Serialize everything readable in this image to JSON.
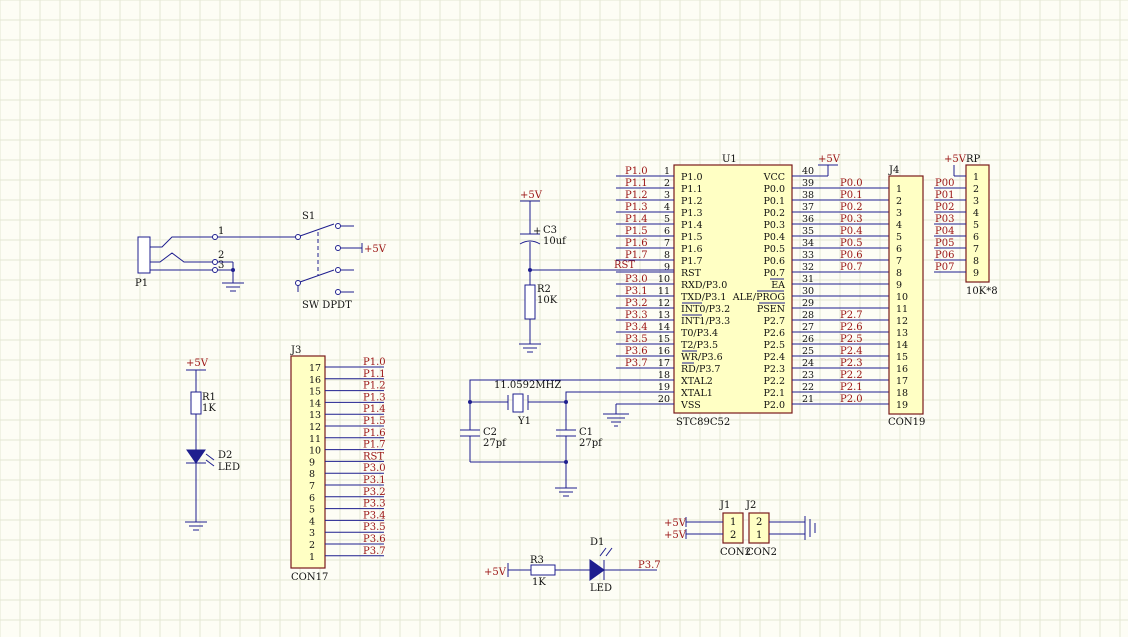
{
  "u1": {
    "designator": "U1",
    "part": "STC89C52",
    "left_pins": [
      {
        "num": "1",
        "name": "P1.0",
        "net": "P1.0"
      },
      {
        "num": "2",
        "name": "P1.1",
        "net": "P1.1"
      },
      {
        "num": "3",
        "name": "P1.2",
        "net": "P1.2"
      },
      {
        "num": "4",
        "name": "P1.3",
        "net": "P1.3"
      },
      {
        "num": "5",
        "name": "P1.4",
        "net": "P1.4"
      },
      {
        "num": "6",
        "name": "P1.5",
        "net": "P1.5"
      },
      {
        "num": "7",
        "name": "P1.6",
        "net": "P1.6"
      },
      {
        "num": "8",
        "name": "P1.7",
        "net": "P1.7"
      },
      {
        "num": "9",
        "name": "RST",
        "net": "RST"
      },
      {
        "num": "10",
        "name": "RXD/P3.0",
        "net": "P3.0"
      },
      {
        "num": "11",
        "name": "TXD/P3.1",
        "net": "P3.1"
      },
      {
        "num": "12",
        "name": "INT0/P3.2",
        "net": "P3.2"
      },
      {
        "num": "13",
        "name": "INT1/P3.3",
        "net": "P3.3"
      },
      {
        "num": "14",
        "name": "T0/P3.4",
        "net": "P3.4"
      },
      {
        "num": "15",
        "name": "T2/P3.5",
        "net": "P3.5"
      },
      {
        "num": "16",
        "name": "WR/P3.6",
        "net": "P3.6"
      },
      {
        "num": "17",
        "name": "RD/P3.7",
        "net": "P3.7"
      },
      {
        "num": "18",
        "name": "XTAL2",
        "net": ""
      },
      {
        "num": "19",
        "name": "XTAL1",
        "net": ""
      },
      {
        "num": "20",
        "name": "VSS",
        "net": ""
      }
    ],
    "right_pins": [
      {
        "num": "40",
        "name": "VCC",
        "net": ""
      },
      {
        "num": "39",
        "name": "P0.0",
        "net": "P0.0"
      },
      {
        "num": "38",
        "name": "P0.1",
        "net": "P0.1"
      },
      {
        "num": "37",
        "name": "P0.2",
        "net": "P0.2"
      },
      {
        "num": "36",
        "name": "P0.3",
        "net": "P0.3"
      },
      {
        "num": "35",
        "name": "P0.4",
        "net": "P0.4"
      },
      {
        "num": "34",
        "name": "P0.5",
        "net": "P0.5"
      },
      {
        "num": "33",
        "name": "P0.6",
        "net": "P0.6"
      },
      {
        "num": "32",
        "name": "P0.7",
        "net": "P0.7"
      },
      {
        "num": "31",
        "name": "EA",
        "net": ""
      },
      {
        "num": "30",
        "name": "ALE/PROG",
        "net": ""
      },
      {
        "num": "29",
        "name": "PSEN",
        "net": ""
      },
      {
        "num": "28",
        "name": "P2.7",
        "net": "P2.7"
      },
      {
        "num": "27",
        "name": "P2.6",
        "net": "P2.6"
      },
      {
        "num": "26",
        "name": "P2.5",
        "net": "P2.5"
      },
      {
        "num": "25",
        "name": "P2.4",
        "net": "P2.4"
      },
      {
        "num": "24",
        "name": "P2.3",
        "net": "P2.3"
      },
      {
        "num": "23",
        "name": "P2.2",
        "net": "P2.2"
      },
      {
        "num": "22",
        "name": "P2.1",
        "net": "P2.1"
      },
      {
        "num": "21",
        "name": "P2.0",
        "net": "P2.0"
      }
    ]
  },
  "j4": {
    "designator": "J4",
    "part": "CON19",
    "pins": [
      "1",
      "2",
      "3",
      "4",
      "5",
      "6",
      "7",
      "8",
      "9",
      "10",
      "11",
      "12",
      "13",
      "14",
      "15",
      "16",
      "17",
      "18",
      "19"
    ]
  },
  "rp": {
    "designator": "RP",
    "part": "10K*8",
    "pins": [
      "1",
      "2",
      "3",
      "4",
      "5",
      "6",
      "7",
      "8",
      "9"
    ],
    "nets": [
      "P00",
      "P01",
      "P02",
      "P03",
      "P04",
      "P05",
      "P06",
      "P07"
    ],
    "supply": "+5V"
  },
  "j3": {
    "designator": "J3",
    "part": "CON17",
    "pins": [
      "17",
      "16",
      "15",
      "14",
      "13",
      "12",
      "11",
      "10",
      "9",
      "8",
      "7",
      "6",
      "5",
      "4",
      "3",
      "2",
      "1"
    ],
    "nets": [
      "P1.0",
      "P1.1",
      "P1.2",
      "P1.3",
      "P1.4",
      "P1.5",
      "P1.6",
      "P1.7",
      "RST",
      "P3.0",
      "P3.1",
      "P3.2",
      "P3.3",
      "P3.4",
      "P3.5",
      "P3.6",
      "P3.7"
    ]
  },
  "p1": {
    "designator": "P1",
    "pins": [
      "1",
      "2",
      "3"
    ]
  },
  "s1": {
    "designator": "S1",
    "part": "SW DPDT",
    "net": "+5V"
  },
  "r1": {
    "designator": "R1",
    "value": "1K",
    "supply": "+5V"
  },
  "d2": {
    "designator": "D2",
    "value": "LED"
  },
  "c3": {
    "designator": "C3",
    "value": "10uf",
    "plus": "+",
    "supply": "+5V"
  },
  "r2": {
    "designator": "R2",
    "value": "10K"
  },
  "rst_net": "RST",
  "y1": {
    "designator": "Y1",
    "value": "11.0592MHZ"
  },
  "c2": {
    "designator": "C2",
    "value": "27pf"
  },
  "c1": {
    "designator": "C1",
    "value": "27pf"
  },
  "vcc_label": "+5V",
  "j1": {
    "designator": "J1",
    "part": "CON2",
    "pins": [
      "1",
      "2"
    ]
  },
  "j2": {
    "designator": "J2",
    "part": "CON2",
    "pins": [
      "2",
      "1"
    ]
  },
  "j_supply": [
    "+5V",
    "+5V"
  ],
  "r3": {
    "designator": "R3",
    "value": "1K",
    "supply": "+5V"
  },
  "d1": {
    "designator": "D1",
    "value": "LED",
    "net": "P3.7"
  },
  "colors": {
    "wire": "#1f1f8f",
    "body_fill": "#ffffc4",
    "body_stroke": "#7a1a1a",
    "net_label": "#9b1414",
    "background": "#fdfdf5"
  }
}
